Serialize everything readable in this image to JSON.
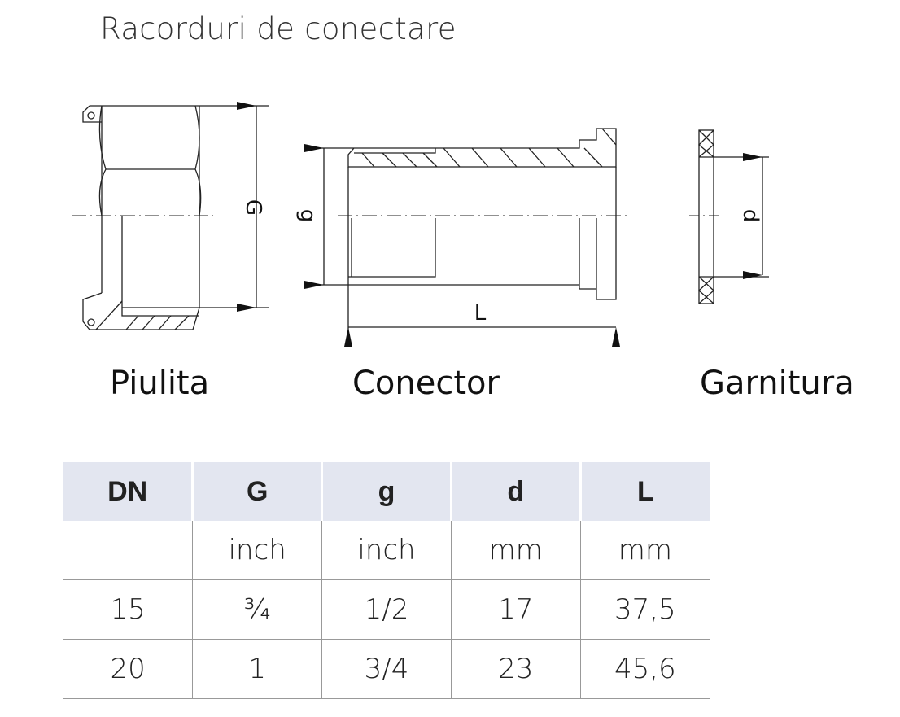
{
  "title": "Racorduri de conectare",
  "drawings": {
    "piulita": {
      "label": "Piulita",
      "dim": "G"
    },
    "conector": {
      "label": "Conector",
      "dim_height": "g",
      "dim_length": "L"
    },
    "garnitura": {
      "label": "Garnitura",
      "dim": "d"
    }
  },
  "table": {
    "headers": [
      "DN",
      "G",
      "g",
      "d",
      "L"
    ],
    "units": [
      "",
      "inch",
      "inch",
      "mm",
      "mm"
    ],
    "rows": [
      [
        "15",
        "¾",
        "1/2",
        "17",
        "37,5"
      ],
      [
        "20",
        "1",
        "3/4",
        "23",
        "45,6"
      ]
    ]
  }
}
